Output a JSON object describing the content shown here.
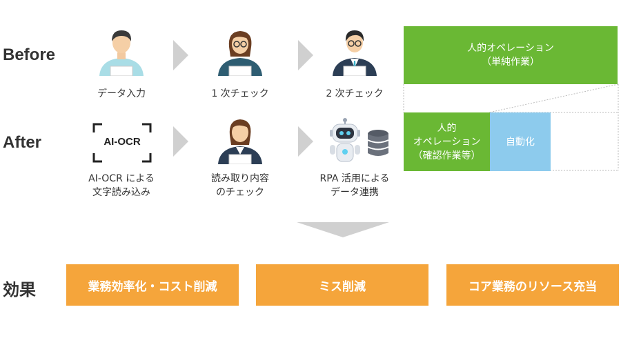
{
  "rows": {
    "before": "Before",
    "after": "After",
    "effect": "効果"
  },
  "before_steps": [
    {
      "label": "データ入力",
      "icon": "person-male-light-shirt-icon"
    },
    {
      "label": "1 次チェック",
      "icon": "person-female-glasses-icon"
    },
    {
      "label": "2 次チェック",
      "icon": "person-male-suit-glasses-icon"
    }
  ],
  "after_steps": [
    {
      "label_line1": "AI-OCR による",
      "label_line2": "文字読み込み",
      "icon_text": "AI-OCR"
    },
    {
      "label_line1": "読み取り内容",
      "label_line2": "のチェック",
      "icon": "person-female-suit-icon"
    },
    {
      "label_line1": "RPA 活用による",
      "label_line2": "データ連携",
      "icon": "robot-database-icon"
    }
  ],
  "before_box": {
    "line1": "人的オペレーション",
    "line2": "（単純作業）"
  },
  "after_boxes": {
    "human_line1": "人的",
    "human_line2": "オペレーション",
    "human_line3": "（確認作業等）",
    "auto": "自動化"
  },
  "effects": [
    "業務効率化・コスト削減",
    "ミス削減",
    "コア業務のリソース充当"
  ],
  "colors": {
    "green": "#6ab834",
    "blue": "#8dcbed",
    "orange": "#f5a53b",
    "arrow": "#d0d0d0"
  }
}
